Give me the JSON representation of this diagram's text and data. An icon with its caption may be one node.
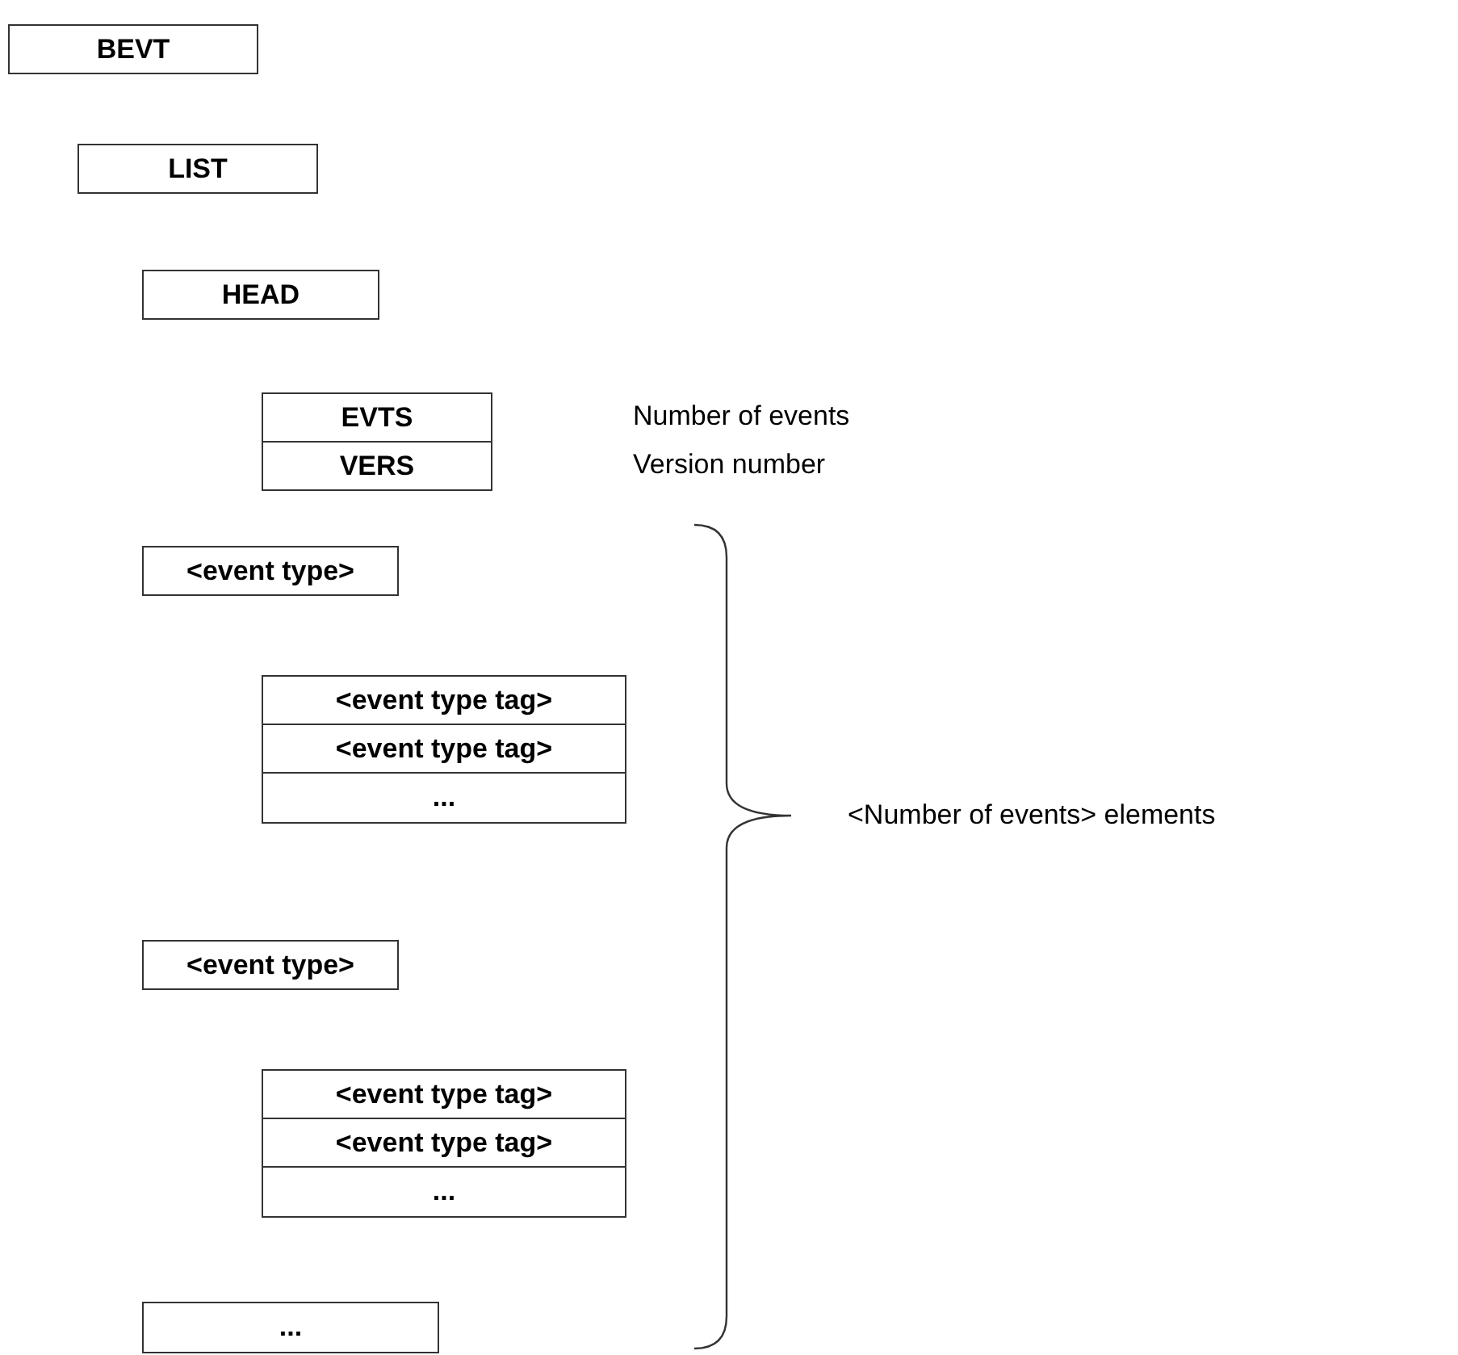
{
  "diagram": {
    "nodes": [
      {
        "text": [
          "BEVT"
        ]
      },
      {
        "text": [
          "LIST"
        ]
      },
      {
        "text": [
          "HEAD"
        ]
      },
      {
        "text": [
          "EVTS"
        ]
      },
      {
        "text": [
          "VERS"
        ]
      },
      {
        "text": [
          "<event type>"
        ]
      },
      {
        "text": [
          "<event type tag>"
        ]
      },
      {
        "text": [
          "<event type tag>"
        ]
      },
      {
        "text": [
          "..."
        ]
      },
      {
        "text": [
          "<event type>"
        ]
      },
      {
        "text": [
          "<event type tag>"
        ]
      },
      {
        "text": [
          "<event type tag>"
        ]
      },
      {
        "text": [
          "..."
        ]
      },
      {
        "text": [
          "..."
        ]
      }
    ],
    "edges": [],
    "labels": [
      "Number of events",
      "Version number",
      "<Number of events> elements"
    ]
  }
}
